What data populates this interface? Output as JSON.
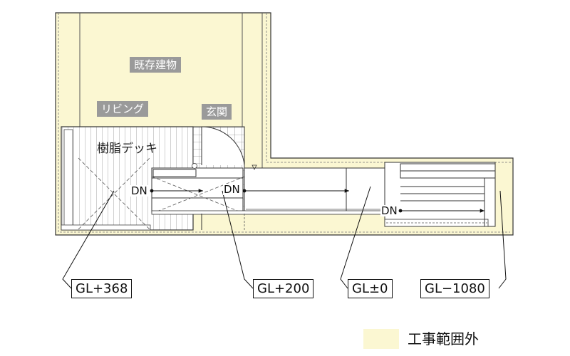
{
  "labels": {
    "existing_building": "既存建物",
    "living": "リビング",
    "entrance": "玄関",
    "deck": "樹脂デッキ",
    "dn": "DN"
  },
  "levels": [
    "GL+368",
    "GL+200",
    "GL±0",
    "GL−1080"
  ],
  "legend": {
    "text": "工事範囲外",
    "swatch_color": "#fbf7d2"
  },
  "colors": {
    "out_of_scope_fill": "#fbf7d2",
    "line": "#333333",
    "label_bg": "#9a9a9a"
  }
}
